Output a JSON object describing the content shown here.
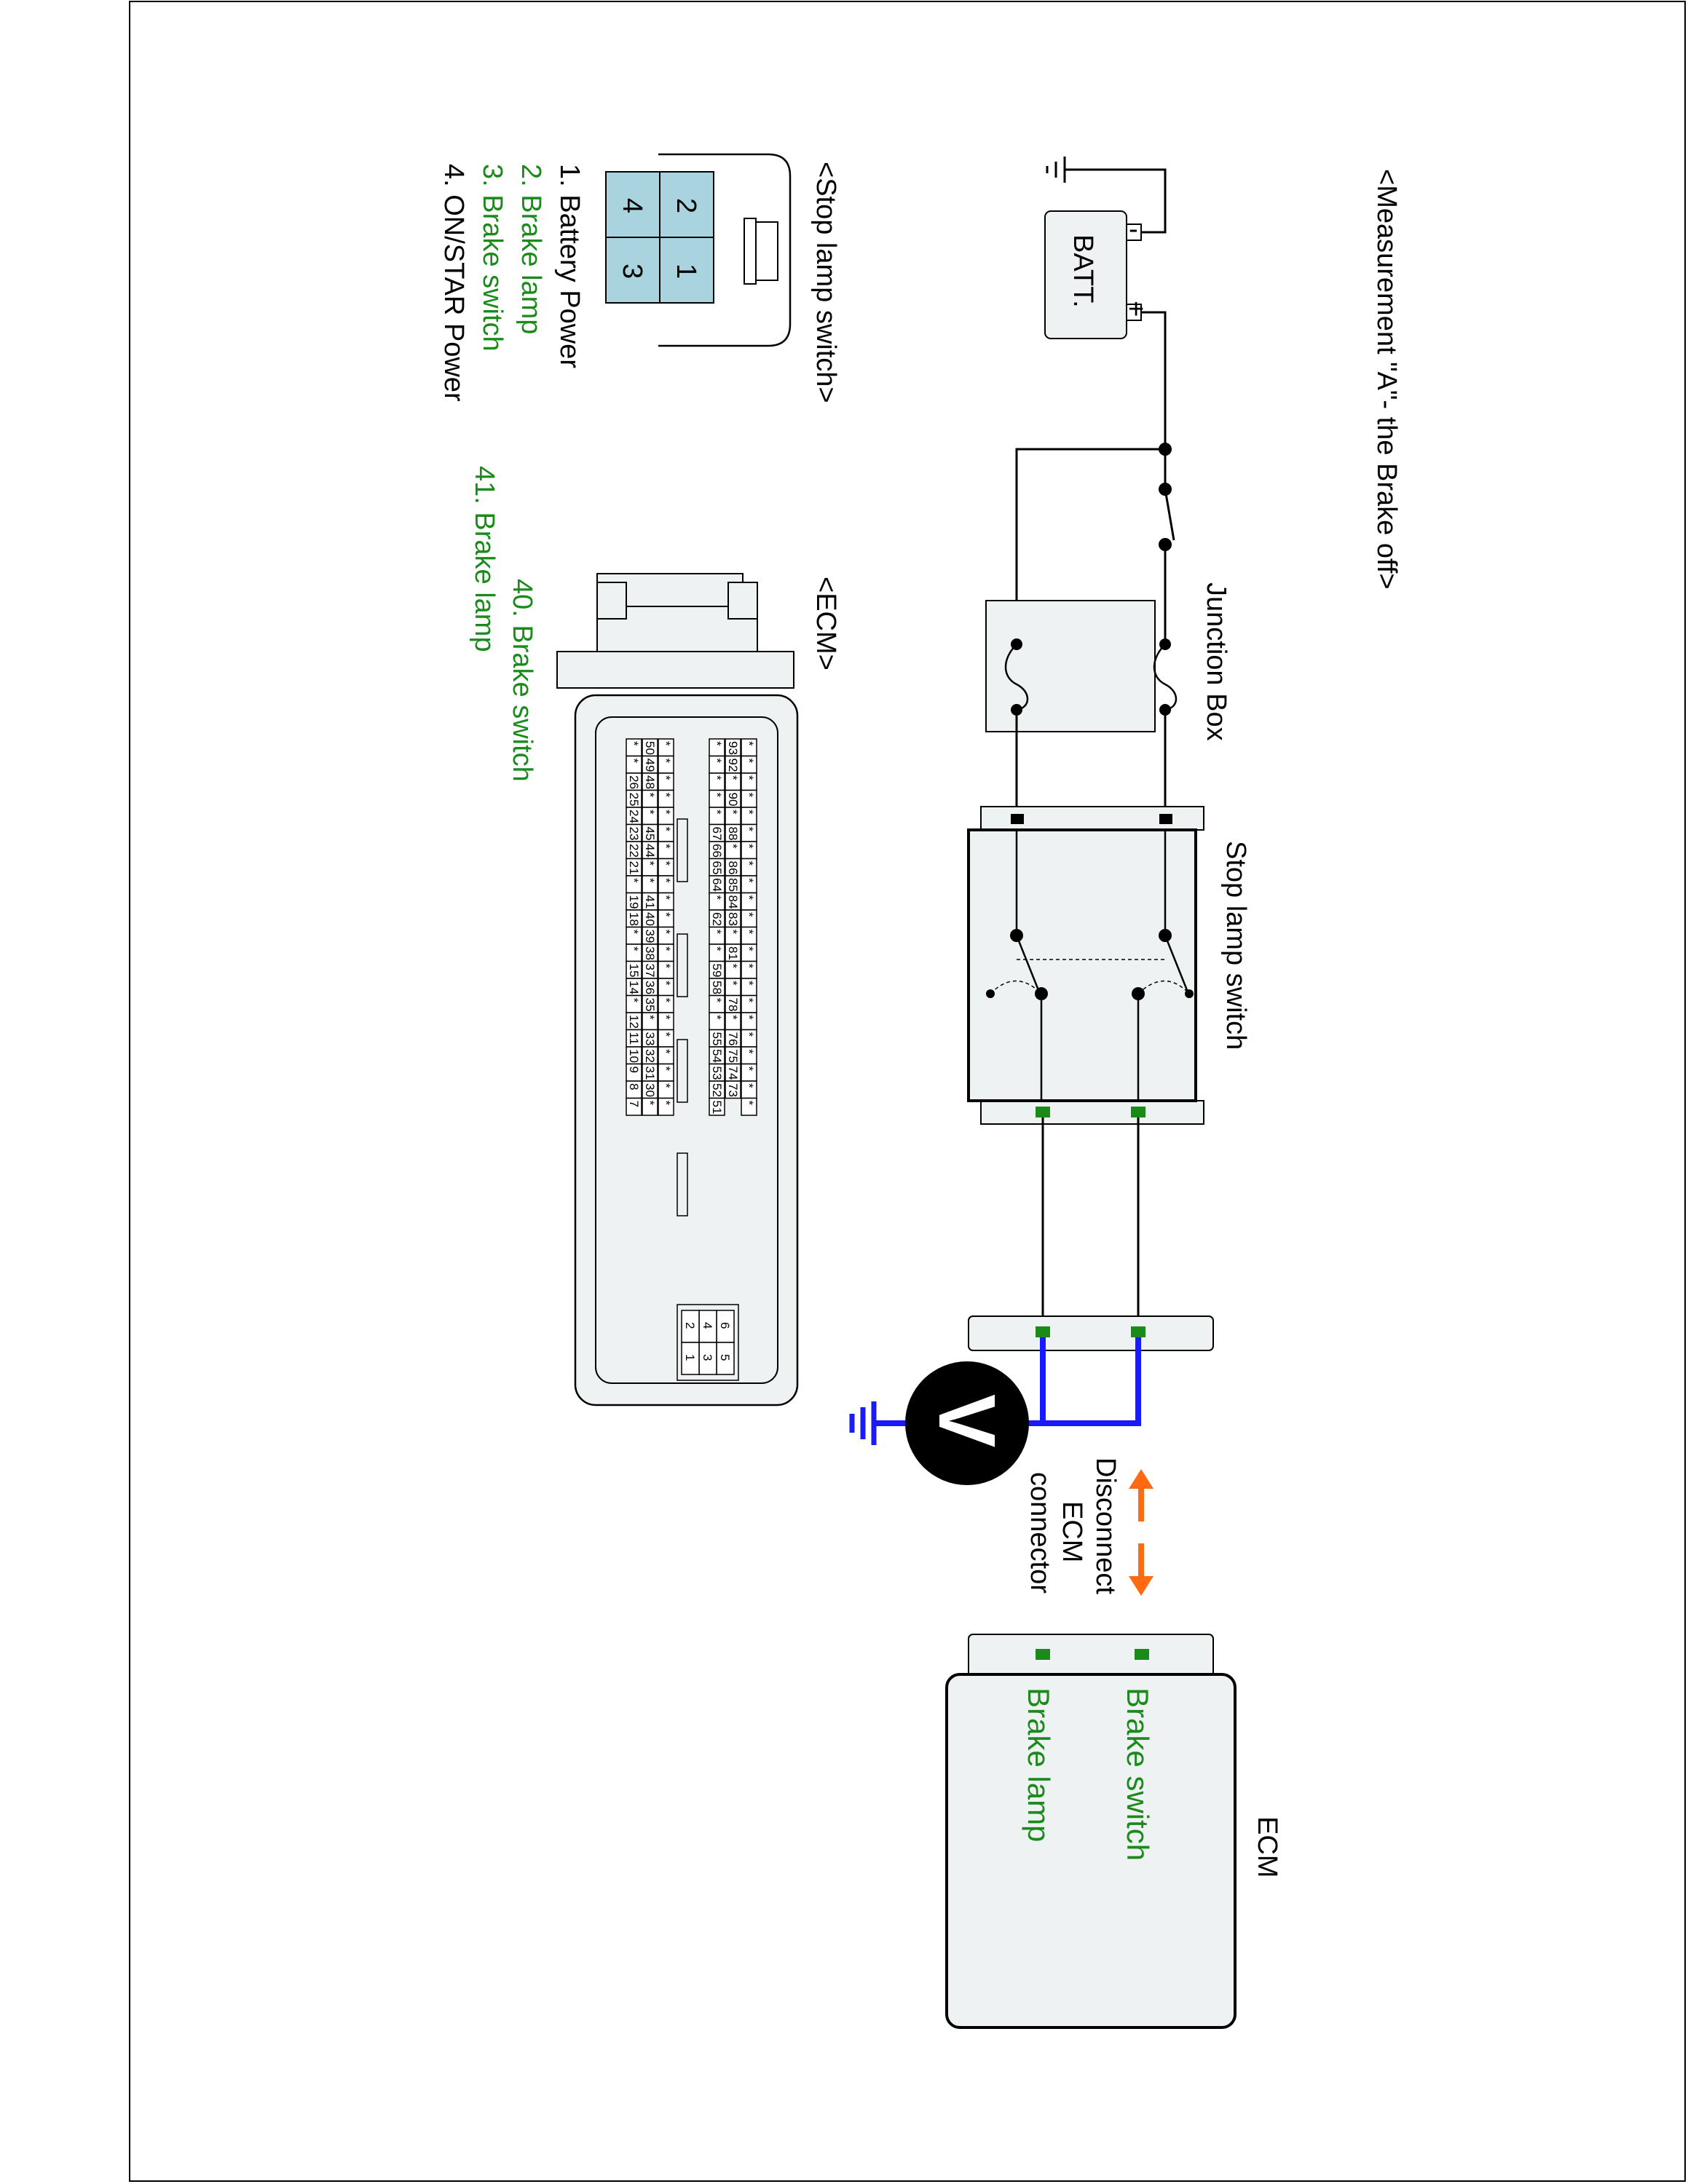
{
  "title": "<Measurement \"A\"- the Brake off>",
  "battery": {
    "label": "BATT.",
    "minus": "-",
    "plus": "+"
  },
  "junction_box": {
    "label": "Junction Box"
  },
  "stop_lamp_switch": {
    "label": "Stop lamp switch"
  },
  "ecm_unit": {
    "label": "ECM",
    "pin_brake_switch": "Brake switch",
    "pin_brake_lamp": "Brake lamp"
  },
  "voltmeter": {
    "symbol": "V"
  },
  "disconnect_note": [
    "Disconnect",
    "ECM",
    "connector"
  ],
  "stop_lamp_connector": {
    "title": "<Stop lamp switch>",
    "pins": [
      "2",
      "1",
      "4",
      "3"
    ],
    "legend": [
      {
        "text": "1. Battery Power",
        "color": "#000000"
      },
      {
        "text": "2. Brake lamp",
        "color": "#1a8a1a"
      },
      {
        "text": "3. Brake switch",
        "color": "#1a8a1a"
      },
      {
        "text": "4. ON/STAR Power",
        "color": "#000000"
      }
    ]
  },
  "ecm_connector": {
    "title": "<ECM>",
    "legend": [
      {
        "text": "40. Brake switch",
        "color": "#1a8a1a"
      },
      {
        "text": "41. Brake lamp",
        "color": "#1a8a1a"
      }
    ],
    "rows": [
      [
        "*",
        "*",
        "*",
        "*",
        "*",
        "*",
        "*",
        "*",
        "*",
        "*",
        "*",
        "*",
        "*",
        "*",
        "*",
        "*",
        "*",
        "*",
        "*",
        "*",
        "*",
        "*"
      ],
      [
        "93",
        "92",
        "*",
        "90",
        "*",
        "88",
        "*",
        "86",
        "85",
        "84",
        "83",
        "*",
        "81",
        "*",
        "*",
        "78",
        "*",
        "76",
        "75",
        "74",
        "73"
      ],
      [
        "*",
        "*",
        "*",
        "*",
        "*",
        "67",
        "66",
        "65",
        "64",
        "*",
        "62",
        "*",
        "*",
        "59",
        "58",
        "*",
        "*",
        "55",
        "54",
        "53",
        "52",
        "51"
      ],
      [
        "*",
        "*",
        "*",
        "*",
        "*",
        "*",
        "*",
        "*",
        "*",
        "*",
        "*",
        "*",
        "*",
        "*",
        "*",
        "*",
        "*",
        "*",
        "*",
        "*",
        "*",
        "*"
      ],
      [
        "50",
        "49",
        "48",
        "*",
        "*",
        "45",
        "44",
        "*",
        "*",
        "41",
        "40",
        "39",
        "38",
        "37",
        "36",
        "35",
        "*",
        "33",
        "32",
        "31",
        "30",
        "*"
      ],
      [
        "*",
        "*",
        "26",
        "25",
        "24",
        "23",
        "22",
        "21",
        "*",
        "19",
        "18",
        "*",
        "*",
        "15",
        "14",
        "*",
        "12",
        "11",
        "10",
        "9",
        "8",
        "7"
      ]
    ],
    "highlight": [
      "41",
      "40"
    ],
    "aux_pins": [
      [
        "6",
        "5"
      ],
      [
        "4",
        "3"
      ],
      [
        "2",
        "1"
      ]
    ]
  },
  "colors": {
    "panel_fill": "#eef2f2",
    "pin_fill": "#a9d3df",
    "green_pin": "#1a8a1a",
    "meter_wire": "#1a1aff",
    "arrow": "#ff6a13",
    "highlight_fill": "#a9d3df"
  }
}
